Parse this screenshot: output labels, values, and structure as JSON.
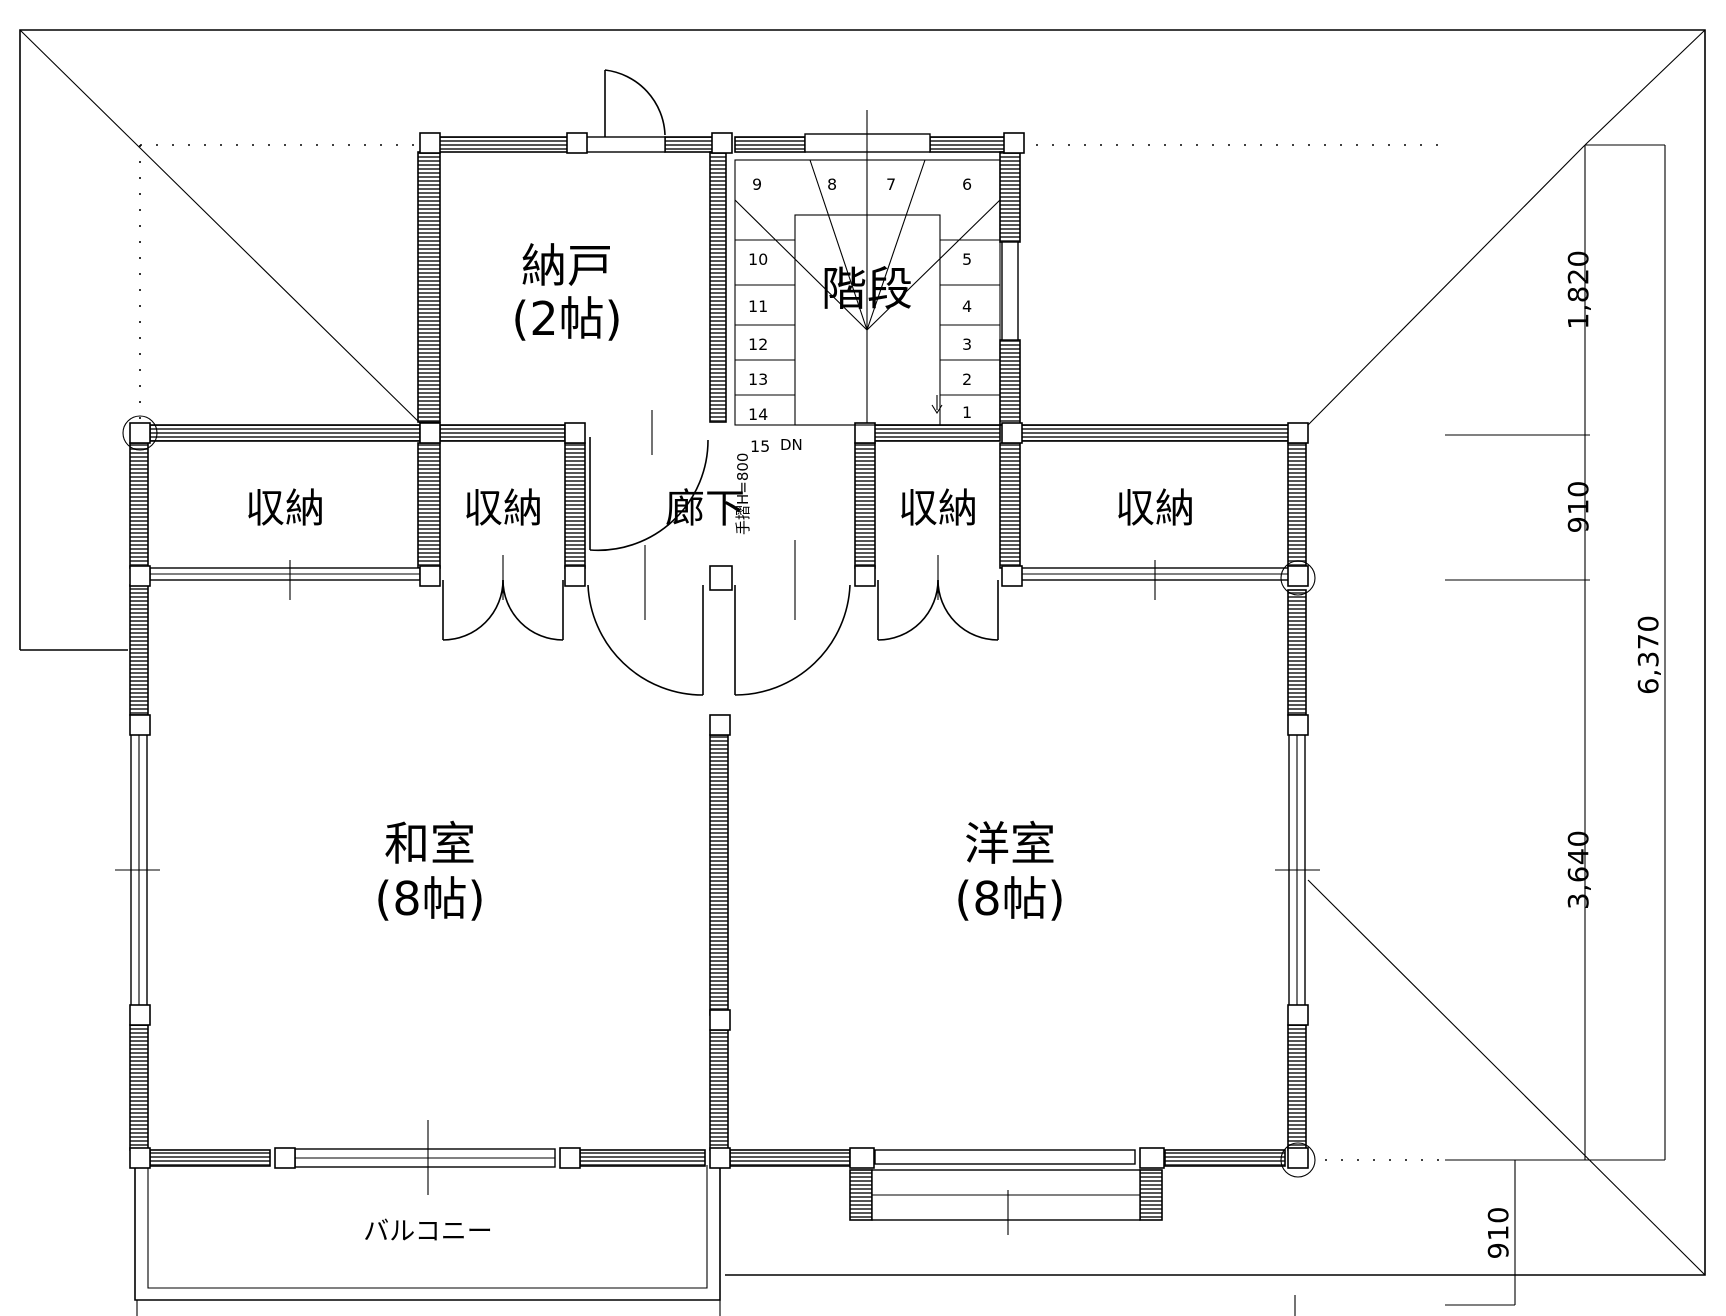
{
  "rooms": {
    "storage_room": "納戸",
    "storage_room_size": "(2帖)",
    "stairs": "階段",
    "closet_1": "収納",
    "closet_2": "収納",
    "hallway": "廊下",
    "closet_3": "収納",
    "closet_4": "収納",
    "japanese_room": "和室",
    "japanese_room_size": "(8帖)",
    "western_room": "洋室",
    "western_room_size": "(8帖)",
    "balcony": "バルコニー"
  },
  "stairs": {
    "steps": [
      "1",
      "2",
      "3",
      "4",
      "5",
      "6",
      "7",
      "8",
      "9",
      "10",
      "11",
      "12",
      "13",
      "14",
      "15"
    ],
    "down_label": "DN",
    "handrail_label": "手摺H=800"
  },
  "dimensions": {
    "upper_bay": "1,820",
    "middle_bay": "910",
    "total_depth": "6,370",
    "lower_bay": "3,640",
    "balcony_depth": "910"
  },
  "colors": {
    "line": "#000000",
    "wall_hatch": "#555555",
    "background": "#ffffff"
  }
}
